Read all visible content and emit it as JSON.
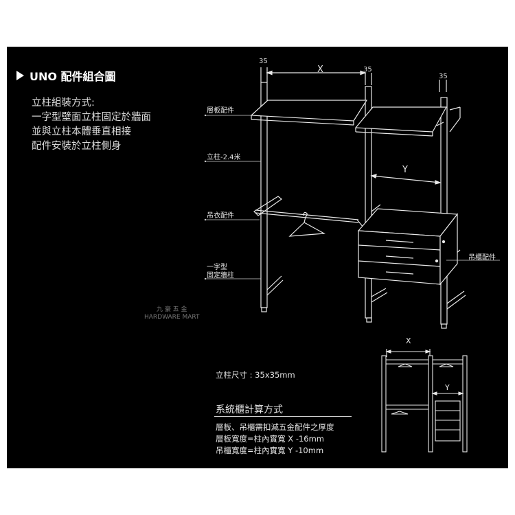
{
  "header": {
    "title": "UNO 配件組合圖"
  },
  "intro": {
    "lines": [
      "立柱組裝方式:",
      "一字型壁面立柱固定於牆面",
      "並與立柱本體垂直相接",
      "配件安裝於立柱側身"
    ]
  },
  "diagram": {
    "labels": {
      "shelf": "層板配件",
      "post": "立柱-2.4米",
      "hanger": "吊衣配件",
      "wall_post_line1": "一字型",
      "wall_post_line2": "固定牆柱",
      "cabinet": "吊櫃配件"
    },
    "dims": {
      "top_left": "35",
      "x": "X",
      "top_mid": "35",
      "top_right": "35",
      "y": "Y"
    },
    "watermark": {
      "line1": "九 豪 五 金",
      "line2": "HARDWARE MART"
    }
  },
  "small_diagram": {
    "x": "X",
    "y": "Y"
  },
  "specs": {
    "post_size": "立柱尺寸 : 35x35mm"
  },
  "calculation": {
    "title": "系統櫃計算方式",
    "lines": [
      "層板、吊櫃需扣減五金配件之厚度",
      "層板寬度=柱內實寬 X -16mm",
      "吊櫃寬度=柱內實寬 Y -10mm"
    ]
  }
}
